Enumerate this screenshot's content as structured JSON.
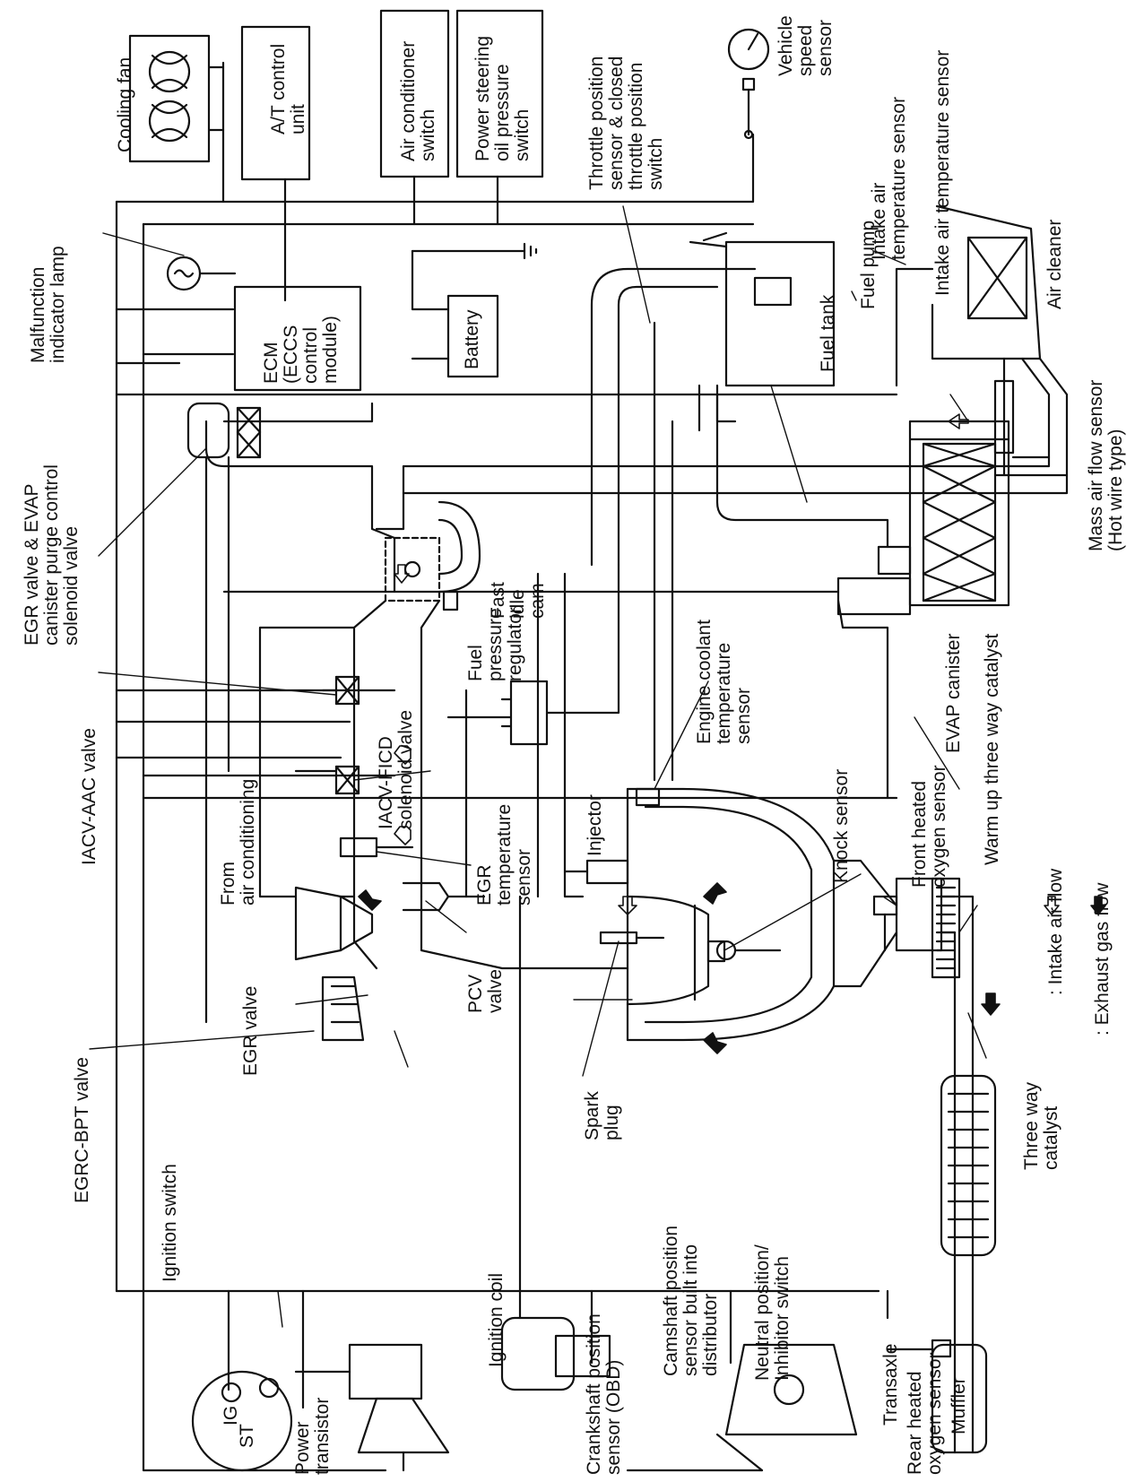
{
  "labels": {
    "cooling_fan": "Cooling fan",
    "at_control_unit": [
      "A/T control",
      "unit"
    ],
    "air_conditioner_switch": [
      "Air conditioner",
      "switch"
    ],
    "power_steering_switch": [
      "Power steering",
      "oil pressure",
      "switch"
    ],
    "throttle_position_sensor": [
      "Throttle position",
      "sensor & closed",
      "throttle position",
      "switch"
    ],
    "vehicle_speed_sensor": [
      "Vehicle",
      "speed",
      "sensor"
    ],
    "intake_air_temp_sensor": [
      "Intake air temperature sensor",
      "Intake air",
      "temperature sensor"
    ],
    "malfunction_indicator_lamp": [
      "Malfunction",
      "indicator lamp"
    ],
    "ecm": [
      "ECM",
      "(ECCS",
      "control",
      "module)"
    ],
    "battery": "Battery",
    "fuel_tank": "Fuel tank",
    "fuel_pump": "Fuel pump",
    "air_cleaner": "Air cleaner",
    "maf_sensor": [
      "Mass air flow sensor",
      "(Hot wire type)"
    ],
    "egr_evap_valve": [
      "EGR valve & EVAP",
      "canister purge control",
      "solenoid valve"
    ],
    "fast_idle_cam": [
      "Fast",
      "idle",
      "cam"
    ],
    "fuel_pressure_regulator": [
      "Fuel",
      "pressure",
      "regulator"
    ],
    "iacv_aac_valve": "IACV-AAC valve",
    "iacv_ficd": [
      "IACV-FICD",
      "solenoid valve"
    ],
    "engine_coolant_temp_sensor": [
      "Engine coolant",
      "temperature",
      "sensor"
    ],
    "evap_canister": "EVAP canister",
    "warm_up_catalyst": "Warm up three way catalyst",
    "from_air_conditioning": [
      "From",
      "air conditioning"
    ],
    "egr_temp_sensor": [
      "EGR",
      "temperature",
      "sensor"
    ],
    "injector": "Injector",
    "knock_sensor": "Knock sensor",
    "front_oxygen_sensor": [
      "Front heated",
      "oxygen sensor"
    ],
    "egr_valve": "EGR valve",
    "pcv_valve": [
      "PCV",
      "valve"
    ],
    "spark_plug": [
      "Spark",
      "plug"
    ],
    "egrc_bpt_valve": "EGRC-BPT valve",
    "ignition_switch": "Ignition switch",
    "ig": "IG",
    "st": "ST",
    "power_transistor": [
      "Power",
      "transistor"
    ],
    "ignition_coil": "Ignition coil",
    "crankshaft_sensor": [
      "Crankshaft position",
      "sensor (OBD)"
    ],
    "camshaft_sensor": [
      "Camshaft position",
      "sensor built into",
      "distributor"
    ],
    "neutral_switch": [
      "Neutral position/",
      "Inhibitor switch"
    ],
    "transaxle": "Transaxle",
    "rear_oxygen_sensor": [
      "Rear heated",
      "oxygen sensor"
    ],
    "muffler": "Muffler",
    "three_way_catalyst": [
      "Three way",
      "catalyst"
    ]
  },
  "legend": {
    "intake": ": Intake air flow",
    "exhaust": ": Exhaust gas flow"
  }
}
